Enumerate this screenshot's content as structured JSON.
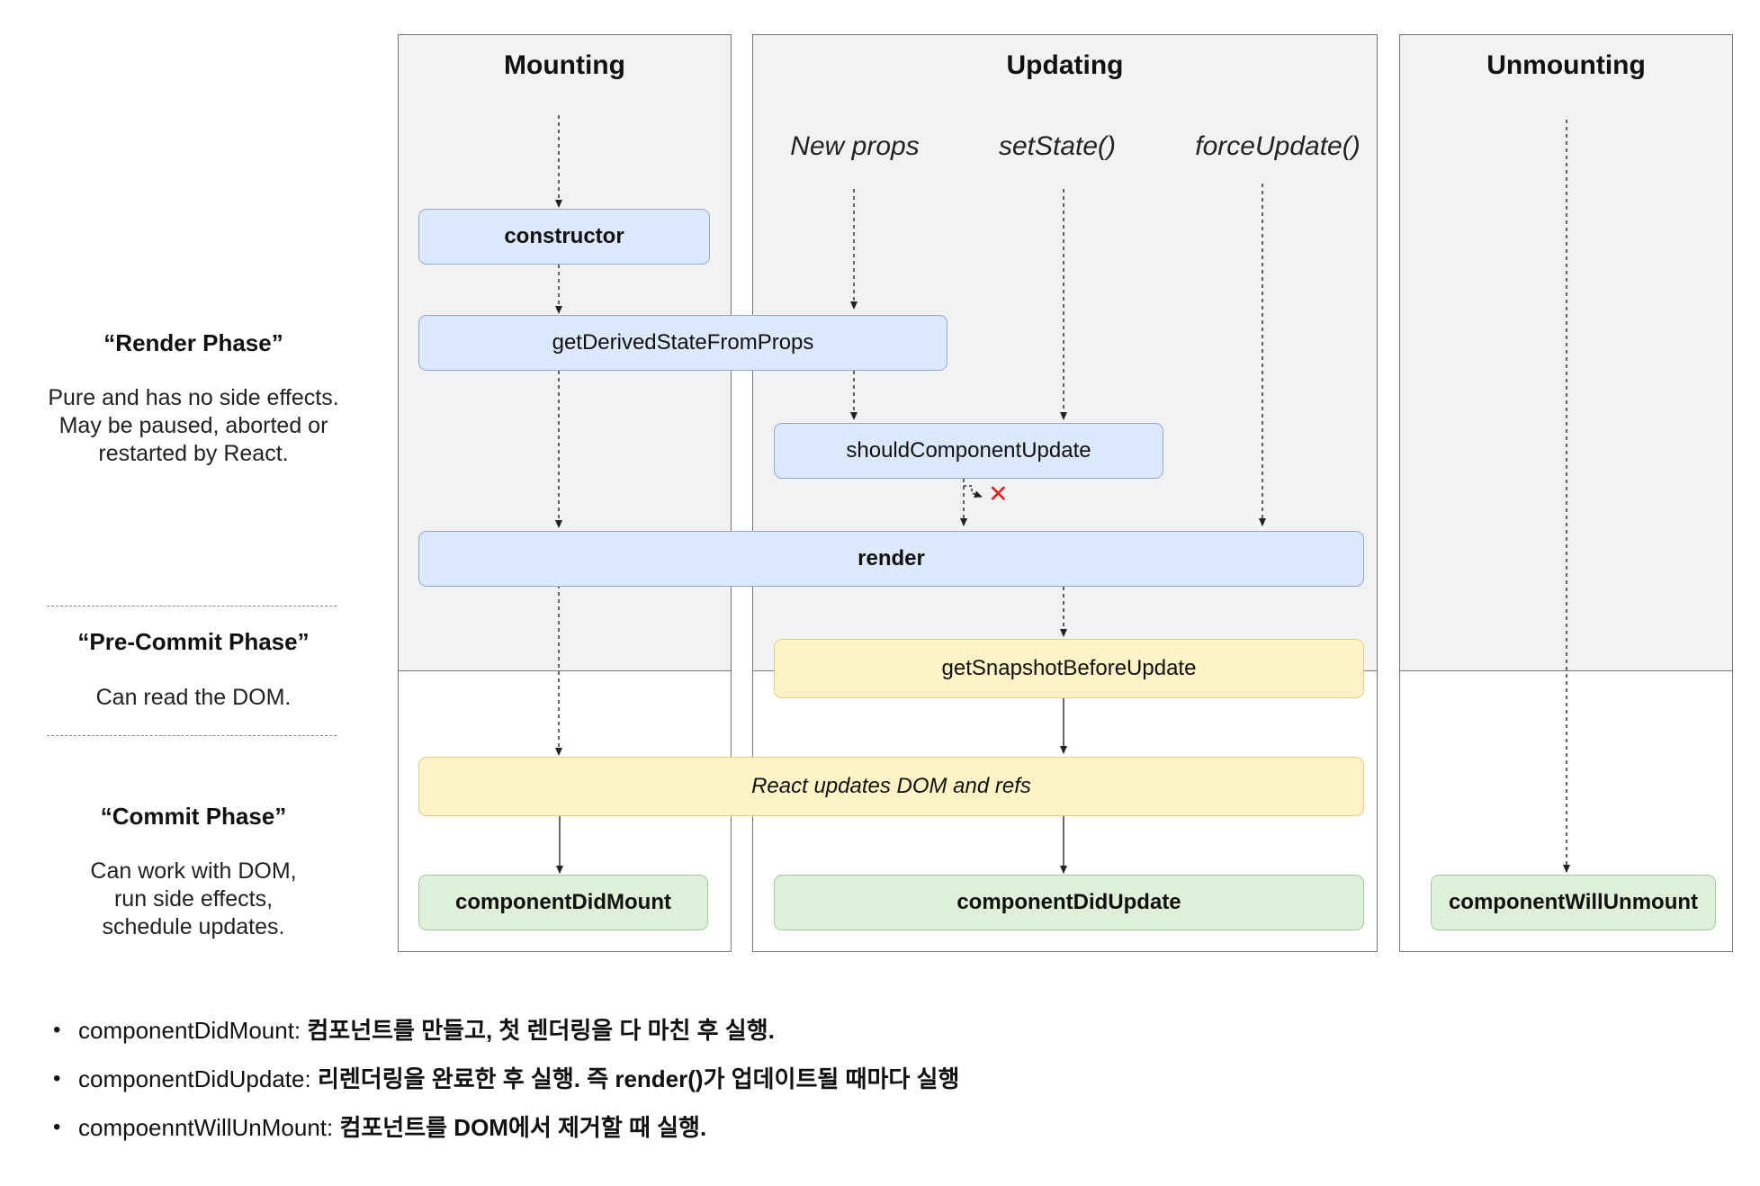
{
  "columns": {
    "mounting": "Mounting",
    "updating": "Updating",
    "unmounting": "Unmounting"
  },
  "triggers": {
    "new_props": "New props",
    "set_state": "setState()",
    "force_update": "forceUpdate()"
  },
  "nodes": {
    "constructor": "constructor",
    "get_derived_state": "getDerivedStateFromProps",
    "should_component_update": "shouldComponentUpdate",
    "render": "render",
    "get_snapshot": "getSnapshotBeforeUpdate",
    "react_updates_dom": "React updates DOM and refs",
    "component_did_mount": "componentDidMount",
    "component_did_update": "componentDidUpdate",
    "component_will_unmount": "componentWillUnmount"
  },
  "cancel_mark": "✕",
  "phases": {
    "render": {
      "title": "“Render Phase”",
      "desc_lines": [
        "Pure and has no side effects.",
        "May be paused, aborted or",
        "restarted by React."
      ]
    },
    "pre_commit": {
      "title": "“Pre-Commit Phase”",
      "desc_lines": [
        "Can read the DOM."
      ]
    },
    "commit": {
      "title": "“Commit Phase”",
      "desc_lines": [
        "Can work with DOM,",
        "run side effects,",
        "schedule updates."
      ]
    }
  },
  "notes": [
    {
      "bullet": "•",
      "term": "componentDidMount:",
      "text": "컴포넌트를 만들고, 첫 렌더링을 다 마친 후 실행."
    },
    {
      "bullet": "•",
      "term": "componentDidUpdate:",
      "text": "리렌더링을 완료한 후 실행. 즉 render()가 업데이트될 때마다 실행"
    },
    {
      "bullet": "•",
      "term": "compoenntWillUnMount:",
      "text": "컴포넌트를 DOM에서 제거할 때 실행."
    }
  ],
  "colors": {
    "render_phase_fill": "#dce8fb",
    "commit_phase_fill": "#fdf3c6",
    "lifecycle_done_fill": "#dff0d9",
    "cancel_mark": "#e0201a"
  }
}
